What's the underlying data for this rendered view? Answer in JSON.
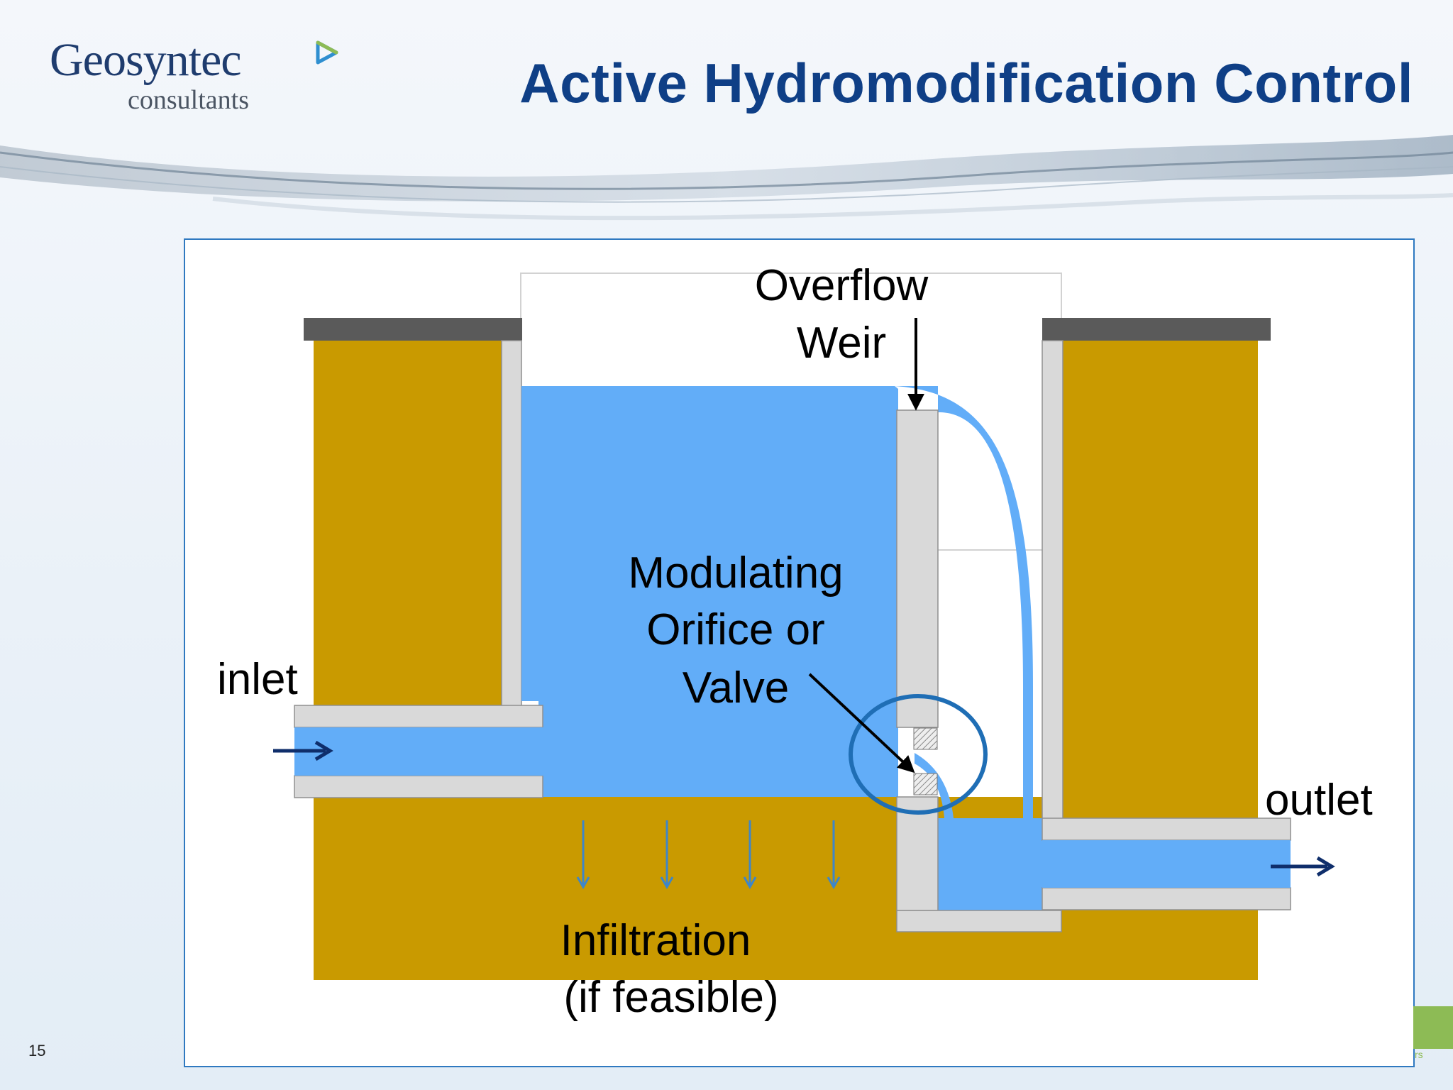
{
  "header": {
    "logo_main": "Geosyntec",
    "logo_sub": "consultants",
    "title": "Active Hydromodification Control"
  },
  "diagram": {
    "labels": {
      "overflow_line1": "Overflow",
      "overflow_line2": "Weir",
      "modulating_line1": "Modulating",
      "modulating_line2": "Orifice or",
      "modulating_line3": "Valve",
      "inlet": "inlet",
      "outlet": "outlet",
      "infiltration_line1": "Infiltration",
      "infiltration_line2": "(if feasible)"
    },
    "colors": {
      "soil": "#c99a00",
      "water": "#62adf8",
      "wall": "#d9d9d9",
      "cap": "#5a5a5a",
      "highlight_circle": "#1f6eb5",
      "arrow": "#0f2e6b"
    }
  },
  "footer": {
    "slide_number": "15",
    "corner_text": "rs"
  }
}
